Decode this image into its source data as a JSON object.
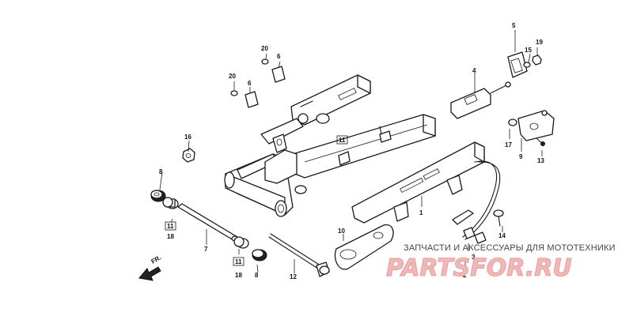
{
  "labels": {
    "p1": "1",
    "p2": "2",
    "p3": "3",
    "p4": "4",
    "p5": "5",
    "p6a": "6",
    "p6b": "6",
    "p7": "7",
    "p8a": "8",
    "p8b": "8",
    "p9": "9",
    "p10": "10",
    "p11a": "11",
    "p11b": "11",
    "p11c": "11",
    "p12": "12",
    "p13": "13",
    "p14": "14",
    "p15": "15",
    "p16": "16",
    "p17": "17",
    "p18a": "18",
    "p18b": "18",
    "p19": "19",
    "p20a": "20",
    "p20b": "20"
  },
  "direction": {
    "label": "FR."
  },
  "watermark": {
    "caption": "ЗАПЧАСТИ И АКСЕССУАРЫ ДЛЯ МОТОТЕХНИКИ",
    "logo": "PARTSFOR.RU"
  }
}
